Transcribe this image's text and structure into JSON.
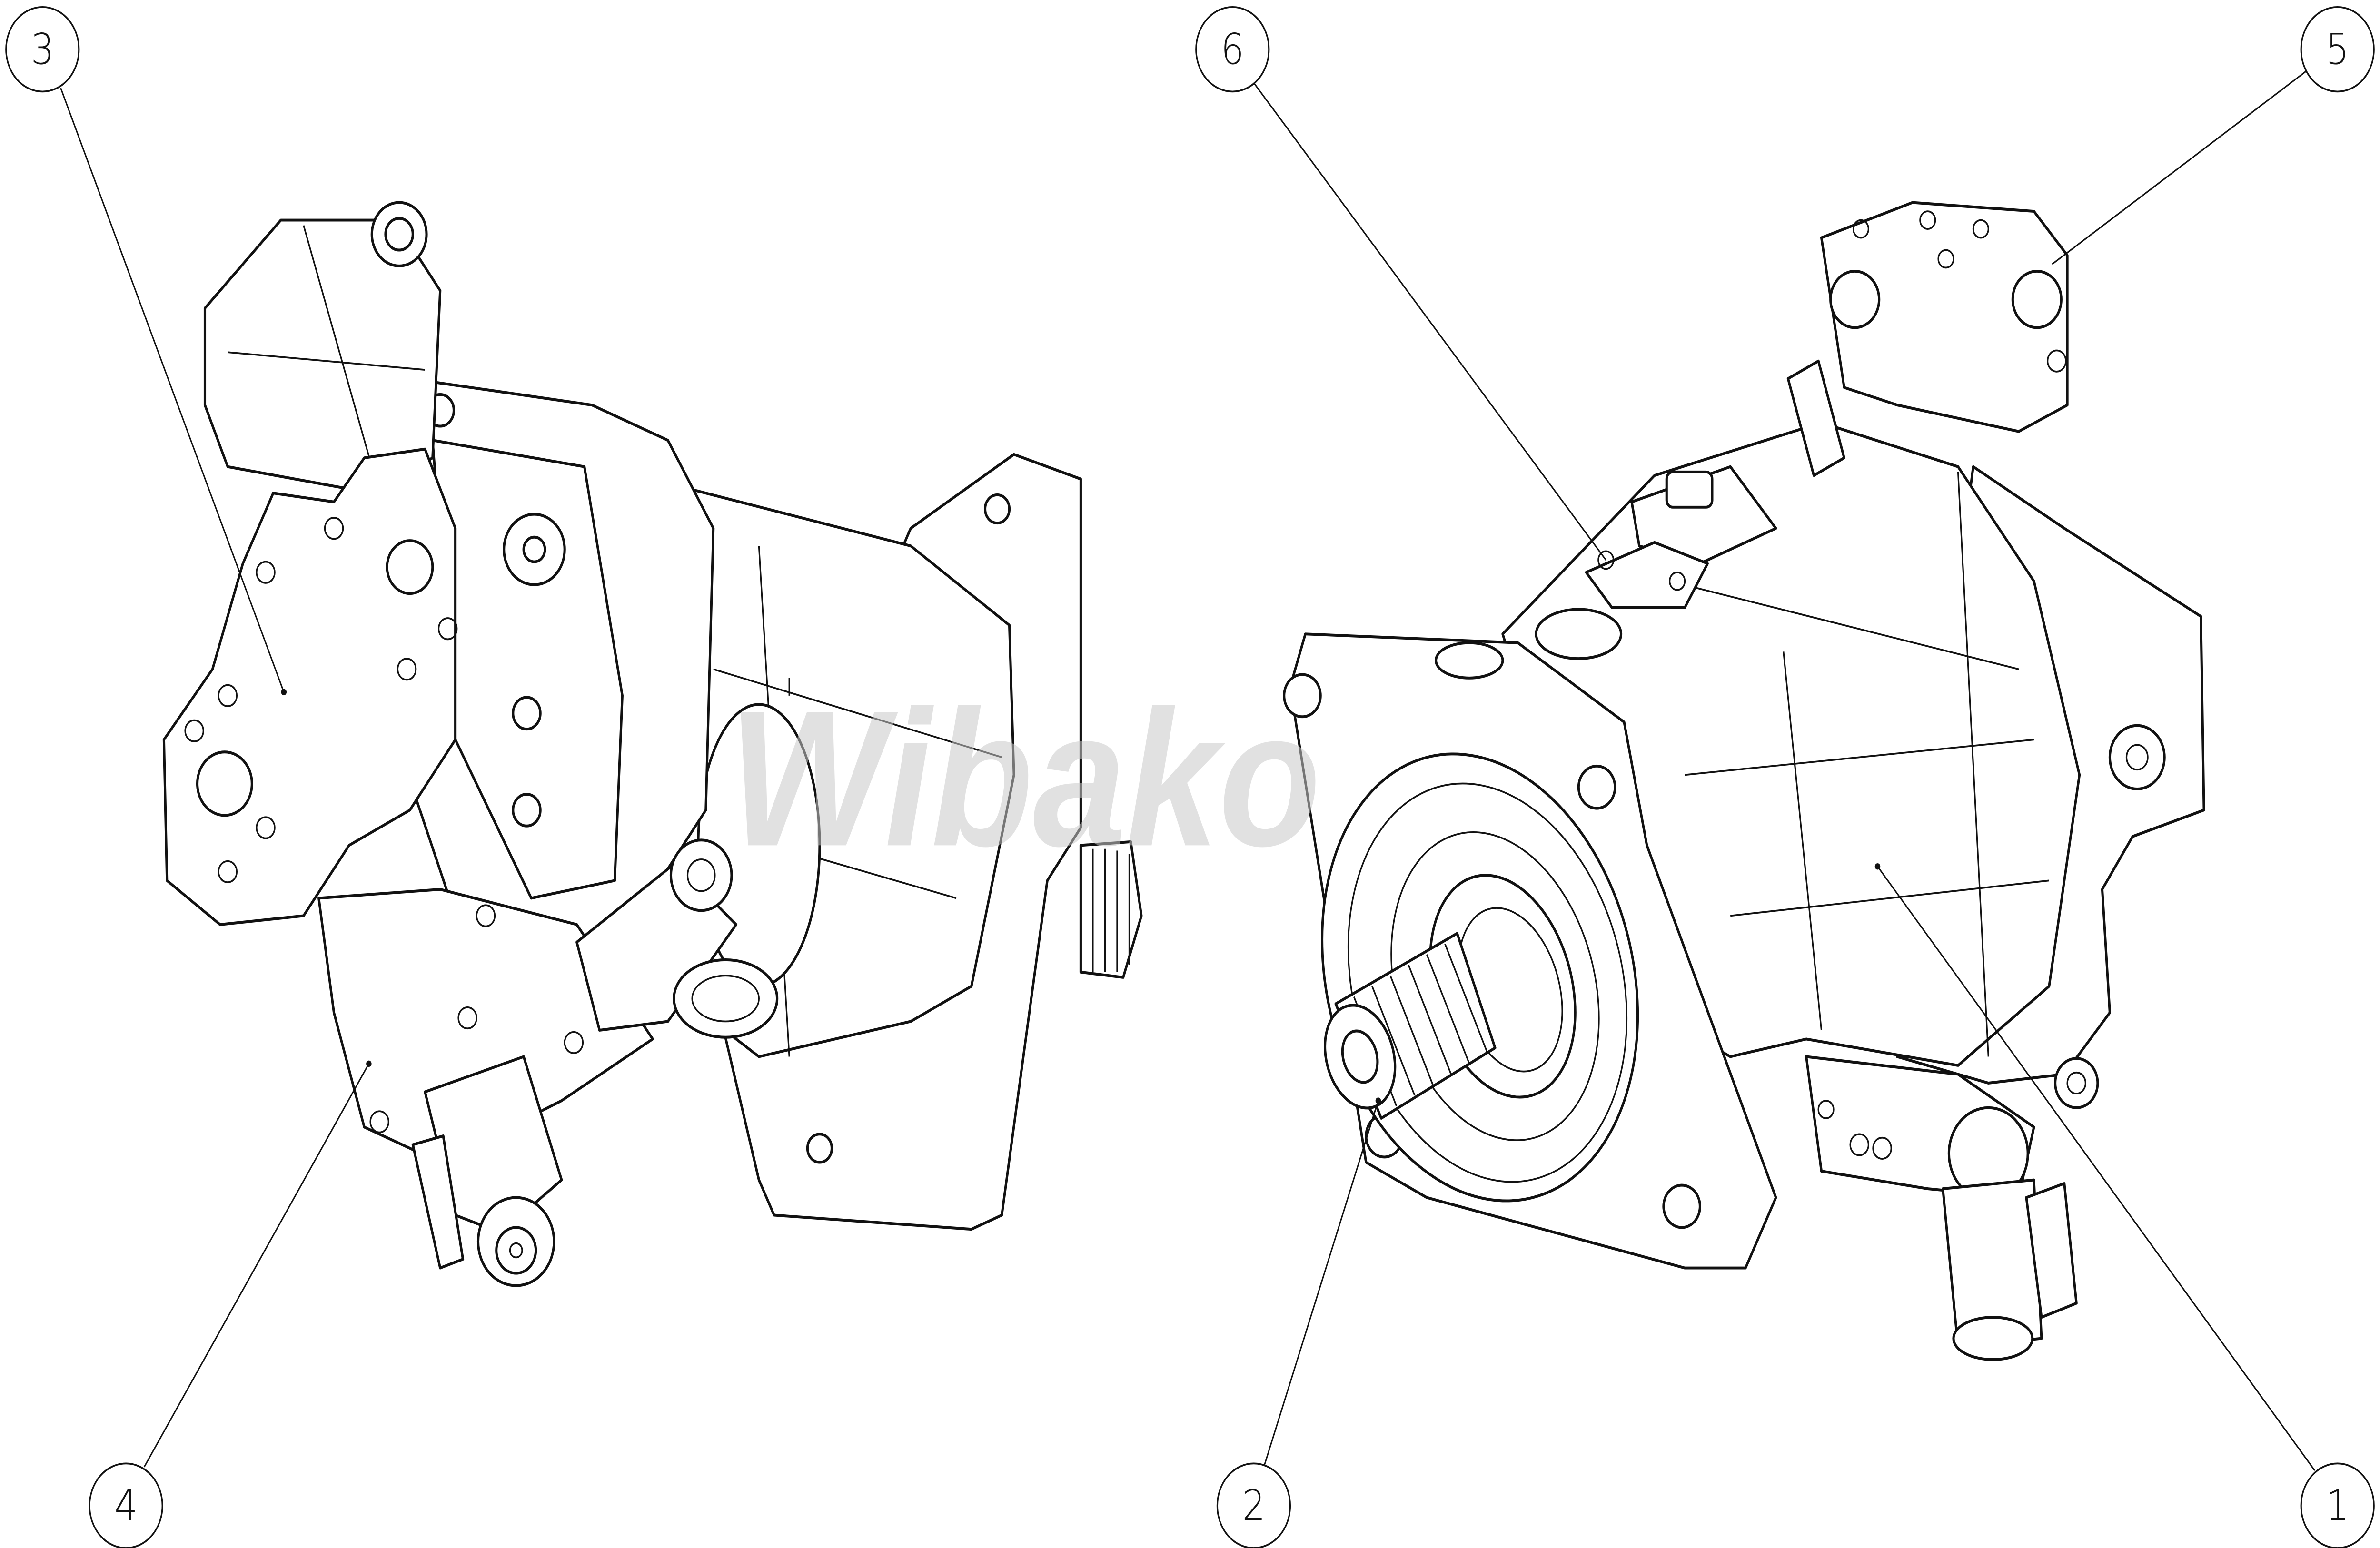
{
  "callouts": [
    {
      "id": "3",
      "label": "3"
    },
    {
      "id": "6",
      "label": "6"
    },
    {
      "id": "5",
      "label": "5"
    },
    {
      "id": "4",
      "label": "4"
    },
    {
      "id": "2",
      "label": "2"
    },
    {
      "id": "1",
      "label": "1"
    }
  ],
  "watermark": "Wibako",
  "colors": {
    "line": "#111111",
    "background": "#ffffff"
  }
}
